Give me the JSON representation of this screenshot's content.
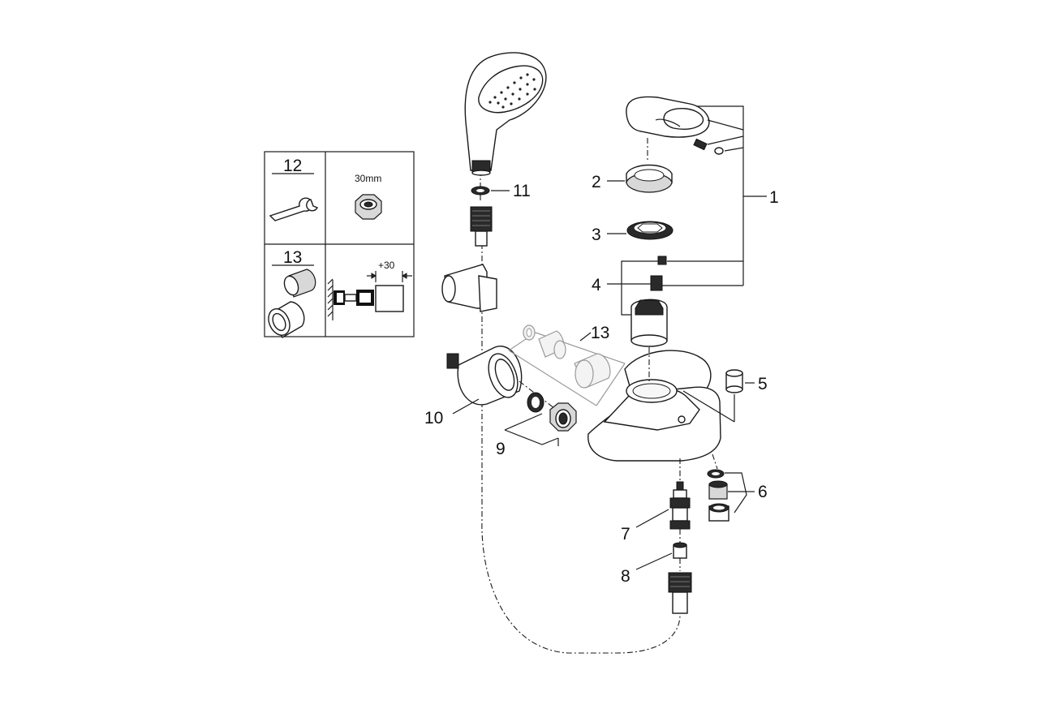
{
  "legend_box": {
    "item_12": {
      "number": "12",
      "spec": "30mm"
    },
    "item_13": {
      "number": "13",
      "spec": "+30"
    }
  },
  "callouts": [
    "1",
    "2",
    "3",
    "4",
    "5",
    "6",
    "7",
    "8",
    "9",
    "10",
    "11",
    "13"
  ]
}
